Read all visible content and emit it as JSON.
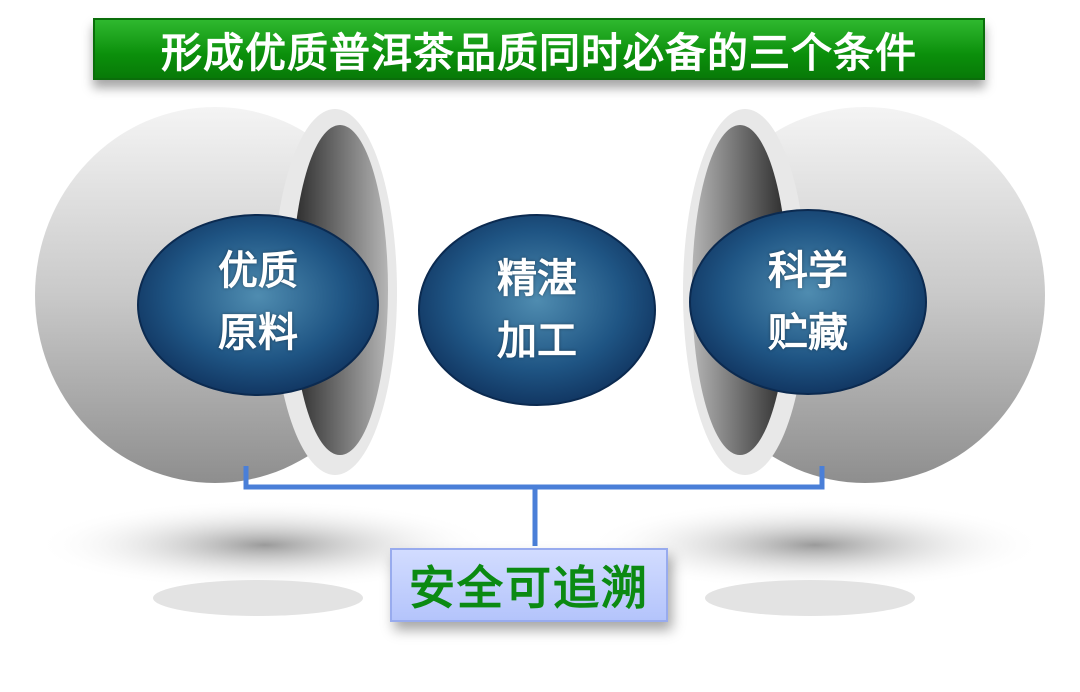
{
  "title": "形成优质普洱茶品质同时必备的三个条件",
  "conditions": [
    {
      "line1": "优质",
      "line2": "原料"
    },
    {
      "line1": "精湛",
      "line2": "加工"
    },
    {
      "line1": "科学",
      "line2": "贮藏"
    }
  ],
  "foundation": "安全可追溯",
  "colors": {
    "title_bg": "#0b8f0b",
    "bubble": "#1d4a7a",
    "bracket": "#4a7fd8",
    "foundation_text": "#0b8a12"
  }
}
